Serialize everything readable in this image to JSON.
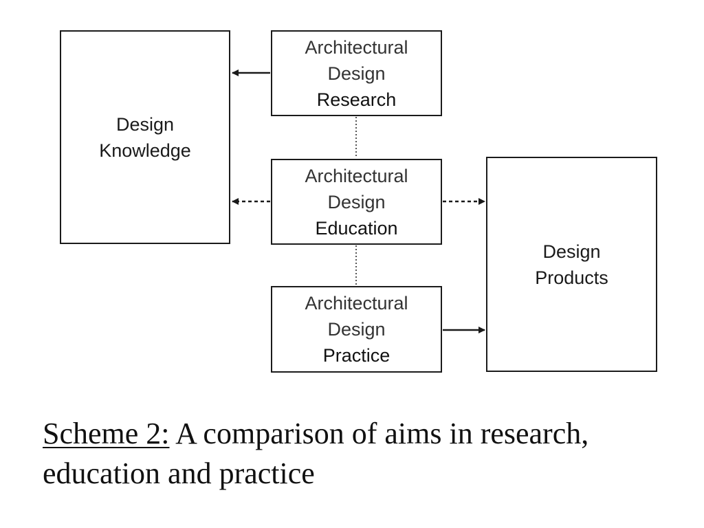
{
  "boxes": {
    "knowledge": {
      "line1": "Design",
      "line2": "Knowledge"
    },
    "research": {
      "line1": "Architectural",
      "line2": "Design",
      "line3": "Research"
    },
    "education": {
      "line1": "Architectural",
      "line2": "Design",
      "line3": "Education"
    },
    "practice": {
      "line1": "Architectural",
      "line2": "Design",
      "line3": "Practice"
    },
    "products": {
      "line1": "Design",
      "line2": "Products"
    }
  },
  "connectors": [
    {
      "from": "research",
      "to": "knowledge",
      "style": "solid"
    },
    {
      "from": "education",
      "to": "knowledge",
      "style": "dashed"
    },
    {
      "from": "education",
      "to": "products",
      "style": "dashed"
    },
    {
      "from": "practice",
      "to": "products",
      "style": "solid"
    },
    {
      "from": "research",
      "to": "education",
      "style": "dotted",
      "arrow": false
    },
    {
      "from": "education",
      "to": "practice",
      "style": "dotted",
      "arrow": false
    }
  ],
  "caption": {
    "label": "Scheme 2:",
    "text": " A comparison of aims in research, education and practice"
  },
  "colors": {
    "line": "#1a1a1a",
    "background": "#ffffff"
  }
}
